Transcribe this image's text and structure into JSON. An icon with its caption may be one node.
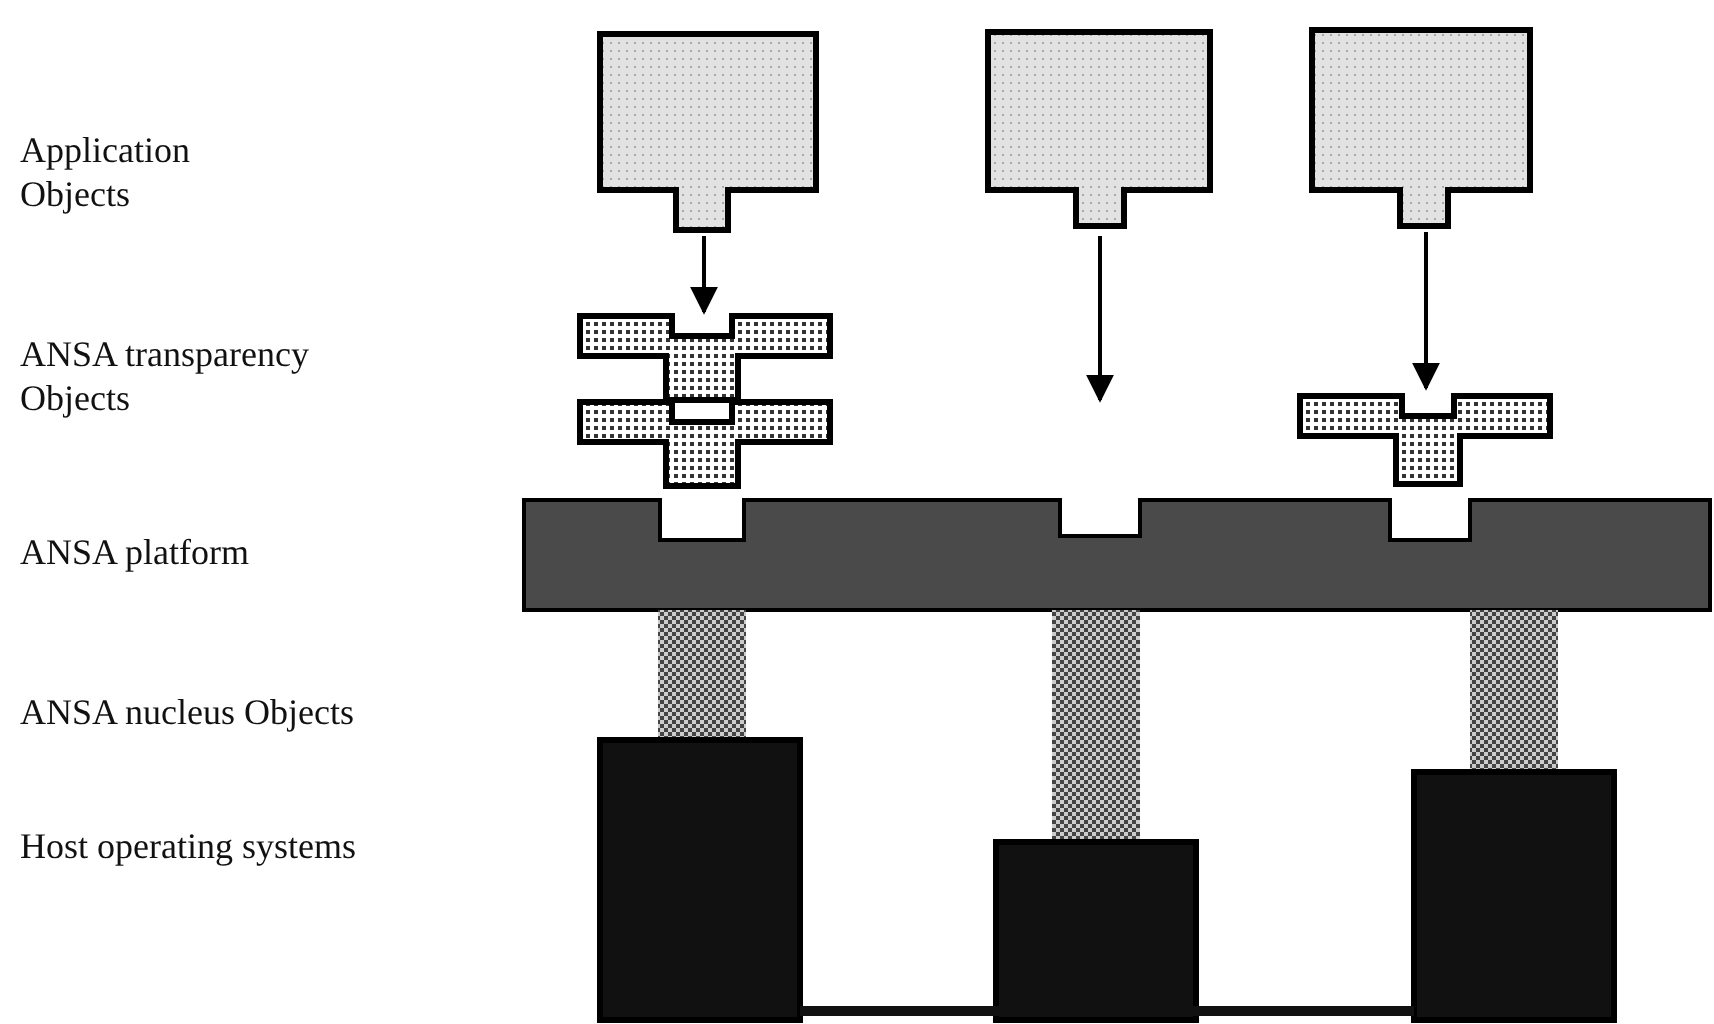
{
  "diagram": {
    "nodes": [
      {
        "text": [],
        "shape": "box"
      },
      {
        "text": [],
        "shape": "box"
      },
      {
        "text": [],
        "shape": "box"
      },
      {
        "text": [],
        "shape": "box"
      },
      {
        "text": [],
        "shape": "box"
      },
      {
        "text": [],
        "shape": "box"
      },
      {
        "text": [],
        "shape": "bar"
      },
      {
        "text": [],
        "shape": "bar"
      },
      {
        "text": [],
        "shape": "bar"
      },
      {
        "text": [],
        "shape": "bar"
      },
      {
        "text": [],
        "shape": "box"
      },
      {
        "text": [],
        "shape": "box"
      },
      {
        "text": [],
        "shape": "box"
      },
      {
        "text": [],
        "shape": "bar"
      }
    ],
    "edges": [
      {
        "from": 0,
        "to": 3,
        "arrow": "to"
      },
      {
        "from": 1,
        "to": 6,
        "arrow": "to"
      },
      {
        "from": 2,
        "to": 5,
        "arrow": "to"
      }
    ],
    "labels": [
      "Application Objects",
      "ANSA transparency Objects",
      "ANSA platform",
      "ANSA nucleus Objects",
      "Host operating systems"
    ]
  }
}
